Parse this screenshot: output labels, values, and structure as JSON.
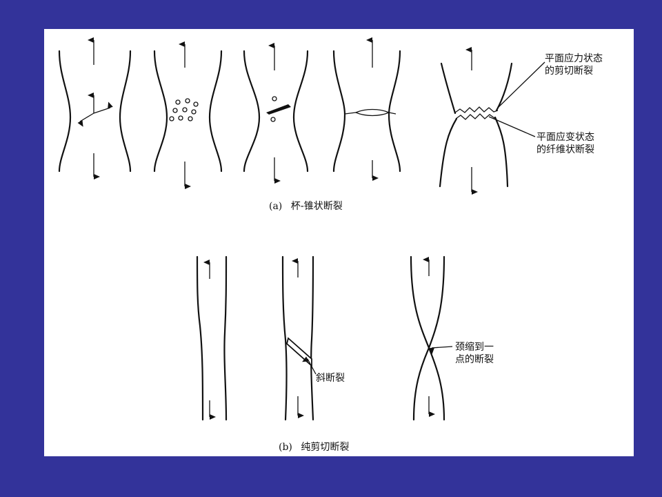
{
  "part_a": {
    "caption_letter": "(a)",
    "caption_text": "杯-锥状断裂",
    "label_plane_stress_line1": "平面应力状态",
    "label_plane_stress_line2": "的剪切断裂",
    "label_plane_strain_line1": "平面应变状态",
    "label_plane_strain_line2": "的纤维状断裂"
  },
  "part_b": {
    "caption_letter": "(b)",
    "caption_text": "纯剪切断裂",
    "label_oblique": "斜断裂",
    "label_neck_line1": "颈缩到一",
    "label_neck_line2": "点的断裂"
  },
  "colors": {
    "background": "#33339a",
    "panel": "#ffffff",
    "ink": "#111111"
  }
}
